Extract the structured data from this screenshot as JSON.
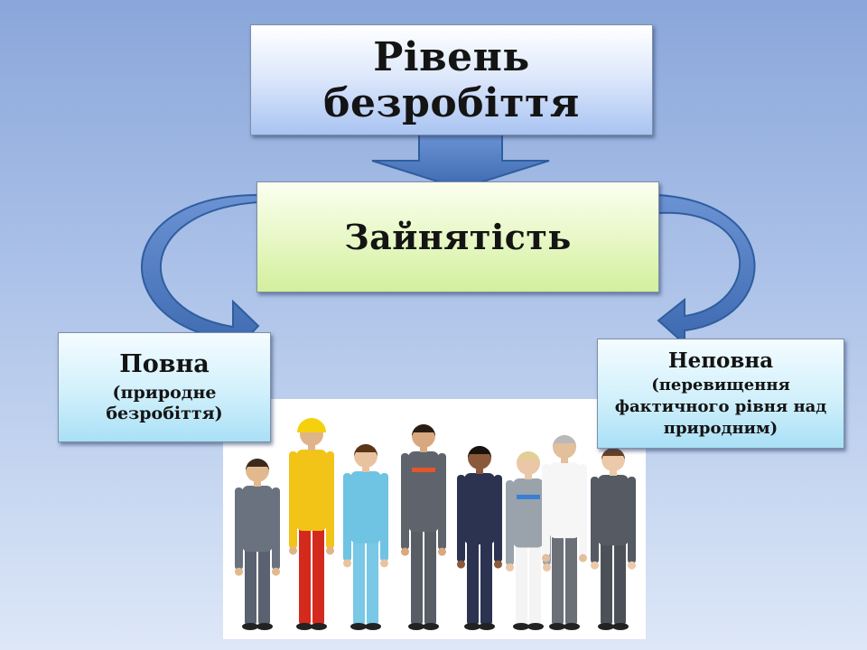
{
  "slide": {
    "title": "Рівень безробіття",
    "employment": "Зайнятість",
    "full": {
      "heading": "Повна",
      "note_line1": "(природне",
      "note_line2": "безробіття)"
    },
    "partial": {
      "heading": "Неповна",
      "note_line1": "(перевищення",
      "note_line2": "фактичного рівня над",
      "note_line3": "природним)"
    }
  },
  "photo": {
    "icon": "group-of-workers-photo",
    "people": [
      {
        "role": "businessman",
        "shirt": "#6a7280",
        "pants": "#5a6170",
        "skin": "#e2b98f",
        "hair": "#3b2a1c"
      },
      {
        "role": "construction-worker",
        "shirt": "#f2c418",
        "pants": "#d42a1e",
        "skin": "#e0b48a",
        "hair": "#f2d21a",
        "helmet": "#f5d10d"
      },
      {
        "role": "nurse",
        "shirt": "#6fc3e3",
        "pants": "#78c8e6",
        "skin": "#e9c39f",
        "hair": "#5a3518"
      },
      {
        "role": "mechanic",
        "shirt": "#5f646c",
        "pants": "#585d66",
        "skin": "#d9a87f",
        "hair": "#2b1d12",
        "accent": "#e4552a"
      },
      {
        "role": "office-worker",
        "shirt": "#2c3350",
        "pants": "#2c3350",
        "skin": "#8a5a3a",
        "hair": "#1a120c"
      },
      {
        "role": "fitness-woman",
        "shirt": "#9aa2ab",
        "pants": "#f4f4f4",
        "skin": "#eac7a6",
        "hair": "#e3cf95",
        "accent": "#3a7fd4"
      },
      {
        "role": "doctor",
        "shirt": "#f6f6f6",
        "pants": "#6a6f78",
        "skin": "#e3bf9c",
        "hair": "#b9b9b9"
      },
      {
        "role": "businesswoman",
        "shirt": "#555a63",
        "pants": "#4c5159",
        "skin": "#ecc9a9",
        "hair": "#6a4025"
      }
    ]
  },
  "colors": {
    "background_top": "#8aa6da",
    "arrow_fill": "#4a77bd",
    "arrow_outline": "#2f5e9e"
  }
}
